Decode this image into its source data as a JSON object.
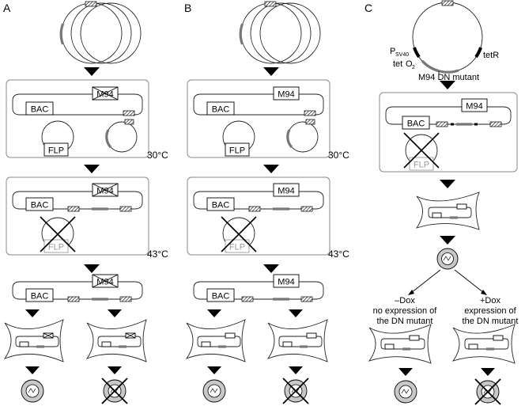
{
  "panels": {
    "a": {
      "label": "A"
    },
    "b": {
      "label": "B"
    },
    "c": {
      "label": "C"
    }
  },
  "labels": {
    "bac": "BAC",
    "m94": "M94",
    "flp": "FLP",
    "temp_30": "30°C",
    "temp_43": "43°C",
    "p": "P",
    "sv40": "SV40",
    "tet": "tet",
    "o2": "O",
    "o2_sub": "2",
    "tetr": "tetR",
    "m94_dn_mutant": "M94 DN mutant",
    "minus_dox": "–Dox",
    "minus_dox_desc1": "no expression of",
    "minus_dox_desc2": "the DN mutant",
    "plus_dox": "+Dox",
    "plus_dox_desc1": "expression of",
    "plus_dox_desc2": "the DN mutant",
    "mini_bac": "BAC",
    "mini_m94": "M94"
  },
  "colors": {
    "line": "#000000",
    "panel_border": "#8a8a8a",
    "gray_segment": "#777777",
    "faded_text": "#9a9a9a",
    "virus_fill": "#c8c8c8"
  }
}
